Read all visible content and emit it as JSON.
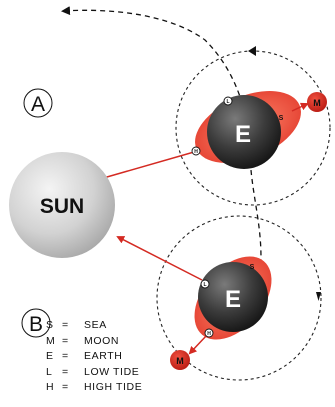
{
  "panels": [
    {
      "label": "A",
      "earth_label": "E",
      "sea_label": "S",
      "moon_label": "M",
      "low_tide_label": "L",
      "high_tide_label": "H"
    },
    {
      "label": "B",
      "earth_label": "E",
      "sea_label": "S",
      "moon_label": "M",
      "low_tide_label": "L",
      "high_tide_label": "H"
    }
  ],
  "sun": {
    "label": "SUN"
  },
  "legend": [
    {
      "key": "S",
      "eq": "=",
      "meaning": "SEA"
    },
    {
      "key": "M",
      "eq": "=",
      "meaning": "MOON"
    },
    {
      "key": "E",
      "eq": "=",
      "meaning": "EARTH"
    },
    {
      "key": "L",
      "eq": "=",
      "meaning": "LOW TIDE"
    },
    {
      "key": "H",
      "eq": "=",
      "meaning": "HIGH TIDE"
    }
  ],
  "colors": {
    "sea": "#e8473a",
    "moon": "#d9261c",
    "arrow": "#d42a22",
    "earth": "#3a3a3a",
    "sun": "#c9c9c9"
  }
}
